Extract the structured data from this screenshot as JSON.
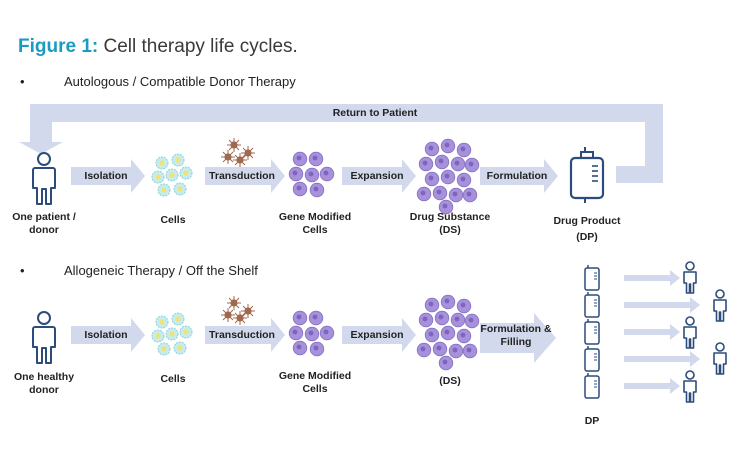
{
  "figure": {
    "title_lead": "Figure 1:",
    "title_rest": " Cell therapy life cycles."
  },
  "colors": {
    "title_accent": "#1a9cc2",
    "arrow_fill": "#d3d9ec",
    "person_stroke": "#2c4c7c",
    "cell_teal": "#bfe8ea",
    "cell_yellow": "#f0e27a",
    "cell_purple": "#a48fd6",
    "virus_brown": "#a0694f"
  },
  "autologous": {
    "bullet": "•",
    "heading": "Autologous / Compatible Donor Therapy",
    "return_label": "Return to Patient",
    "source_label_1": "One patient /",
    "source_label_2": "donor",
    "arrows": [
      "Isolation",
      "Transduction",
      "Expansion",
      "Formulation"
    ],
    "stages": [
      "Cells",
      "Gene Modified",
      "Cells",
      "Drug Substance",
      "(DS)",
      "Drug Product",
      "(DP)"
    ]
  },
  "allogeneic": {
    "bullet": "•",
    "heading": "Allogeneic Therapy / Off the Shelf",
    "source_label_1": "One healthy",
    "source_label_2": "donor",
    "arrows": [
      "Isolation",
      "Transduction",
      "Expansion",
      "Formulation &",
      "Filling"
    ],
    "stages": [
      "Cells",
      "Gene Modified",
      "Cells",
      "(DS)",
      "DP"
    ]
  }
}
